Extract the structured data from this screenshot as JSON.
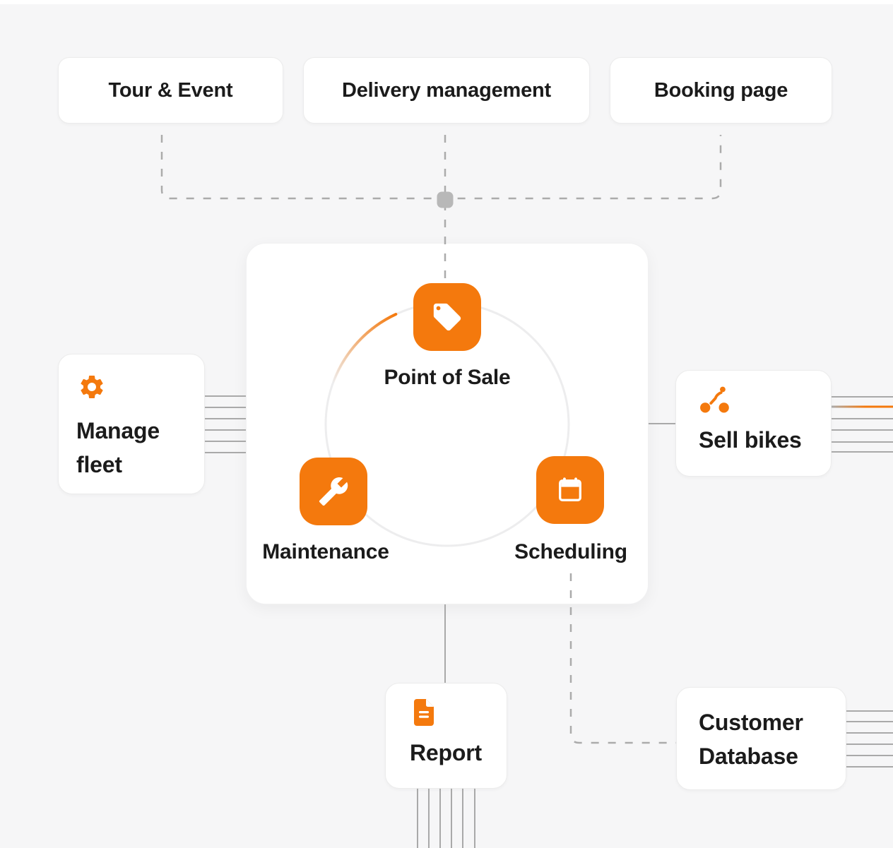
{
  "top_cards": [
    {
      "label": "Tour & Event"
    },
    {
      "label": "Delivery management"
    },
    {
      "label": "Booking page"
    }
  ],
  "center_card": {
    "features": [
      {
        "label": "Point of Sale",
        "icon": "tag-icon"
      },
      {
        "label": "Maintenance",
        "icon": "wrench-icon"
      },
      {
        "label": "Scheduling",
        "icon": "calendar-icon"
      }
    ]
  },
  "side_cards": {
    "manage_fleet": {
      "label": "Manage fleet",
      "icon": "gear-icon"
    },
    "sell_bikes": {
      "label": "Sell bikes",
      "icon": "bike-icon"
    },
    "report": {
      "label": "Report",
      "icon": "document-icon"
    },
    "customer_database": {
      "label": "Customer Database"
    }
  },
  "colors": {
    "accent_orange": "#F4790D",
    "connector_gray": "#A9A9A9",
    "dashed_gray": "#ABABAB",
    "junction_gray": "#B8B8B8",
    "background": "#F6F6F7"
  }
}
